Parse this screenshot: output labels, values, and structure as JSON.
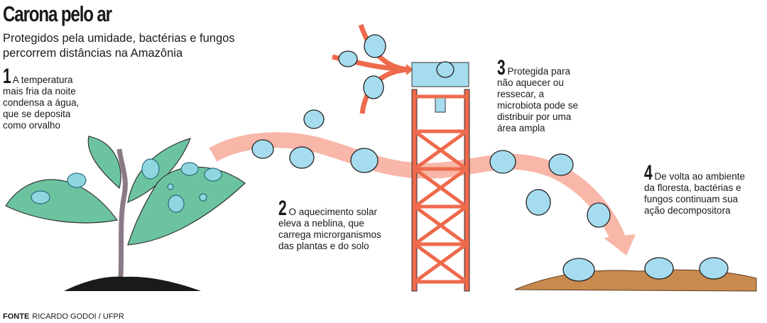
{
  "header": {
    "title": "Carona pelo ar",
    "subtitle": "Protegidos pela umidade, bactérias e fungos percorrem distâncias na Amazônia"
  },
  "steps": [
    {
      "number": "1",
      "text": "A temperatura mais fria da noite condensa a água, que se deposita como orvalho"
    },
    {
      "number": "2",
      "text": "O aquecimento solar eleva a neblina, que carrega microrganismos das plantas e do solo"
    },
    {
      "number": "3",
      "text": "Protegida para não aquecer ou ressecar, a microbiota pode se distribuir por uma área ampla"
    },
    {
      "number": "4",
      "text": "De volta ao ambiente da floresta, bactérias e fungos continuam sua ação decompositora"
    }
  ],
  "source": {
    "label": "FONTE",
    "text": "RICARDO GODOI / UFPR"
  },
  "colors": {
    "leaf": "#6cc3a0",
    "droplet": "#9fd8ea",
    "tower": "#ee6a4c",
    "band": "#f8b7a8",
    "soil_dark": "#1a1a1a",
    "soil_brown": "#c98a4e"
  }
}
